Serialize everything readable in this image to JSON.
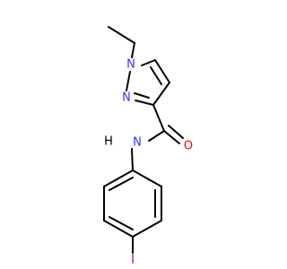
{
  "molecule": {
    "atoms": {
      "n1": "N",
      "n2": "N",
      "nh": "H",
      "nh_n": "N",
      "o": "O",
      "i": "I"
    },
    "colors": {
      "nitrogen": "#3333ff",
      "oxygen": "#ff0000",
      "iodine": "#940094",
      "bond": "#000000"
    }
  }
}
